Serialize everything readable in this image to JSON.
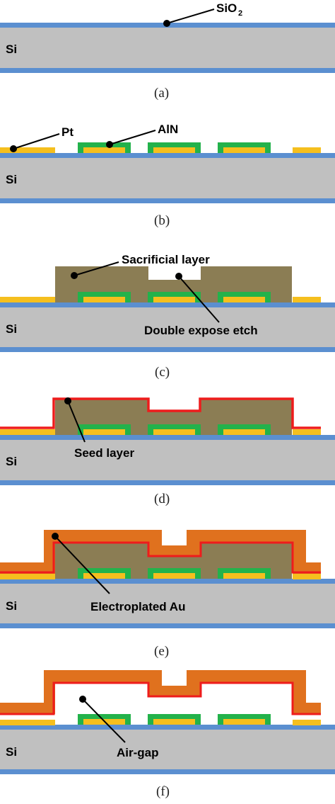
{
  "colors": {
    "silicon": "#c0c0c0",
    "oxide": "#5b8fd0",
    "platinum": "#f5bf1e",
    "aln": "#23b24b",
    "sacrificial": "#8b7d54",
    "seed": "#ee1c1c",
    "gold": "#e0711e"
  },
  "labels": {
    "si": "Si",
    "sio2_main": "SiO",
    "sio2_sub": "2",
    "pt": "Pt",
    "aln": "AlN",
    "sacrificial": "Sacrificial layer",
    "double_expose": "Double expose etch",
    "seed": "Seed layer",
    "electroplated": "Electroplated Au",
    "airgap": "Air-gap"
  },
  "captions": [
    "(a)",
    "(b)",
    "(c)",
    "(d)",
    "(e)",
    "(f)"
  ]
}
